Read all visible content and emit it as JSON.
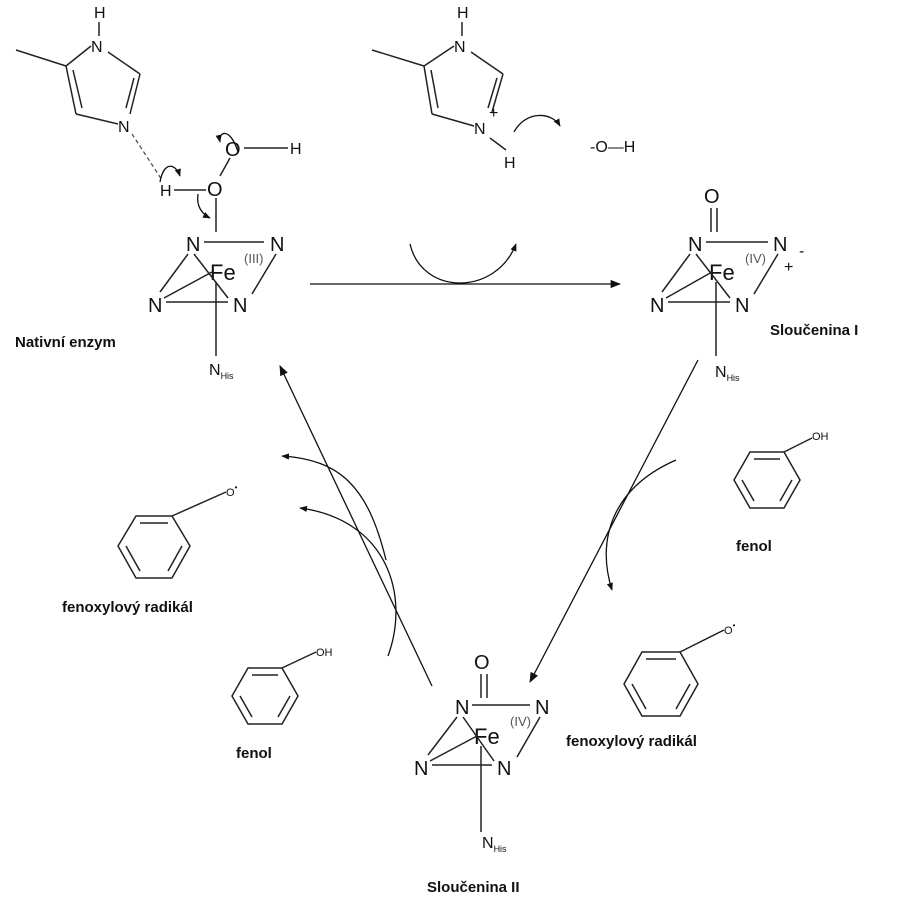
{
  "labels": {
    "native_enzyme": "Nativní enzym",
    "compound_1": "Sloučenina I",
    "compound_2": "Sloučenina II",
    "phenol": "fenol",
    "phenoxyl_radical": "fenoxylový radikál",
    "hydroxyl": "-O—H"
  },
  "atoms": {
    "N": "N",
    "H": "H",
    "O": "O",
    "Fe": "Fe",
    "plus": "+",
    "minus": "-",
    "OH": "OH",
    "O_radical": "O",
    "radical_dot": "•",
    "N_his_main": "N",
    "N_his_sub": "His"
  },
  "oxidation_states": {
    "native": "(III)",
    "compound_1": "(IV)",
    "compound_2": "(IV)"
  }
}
